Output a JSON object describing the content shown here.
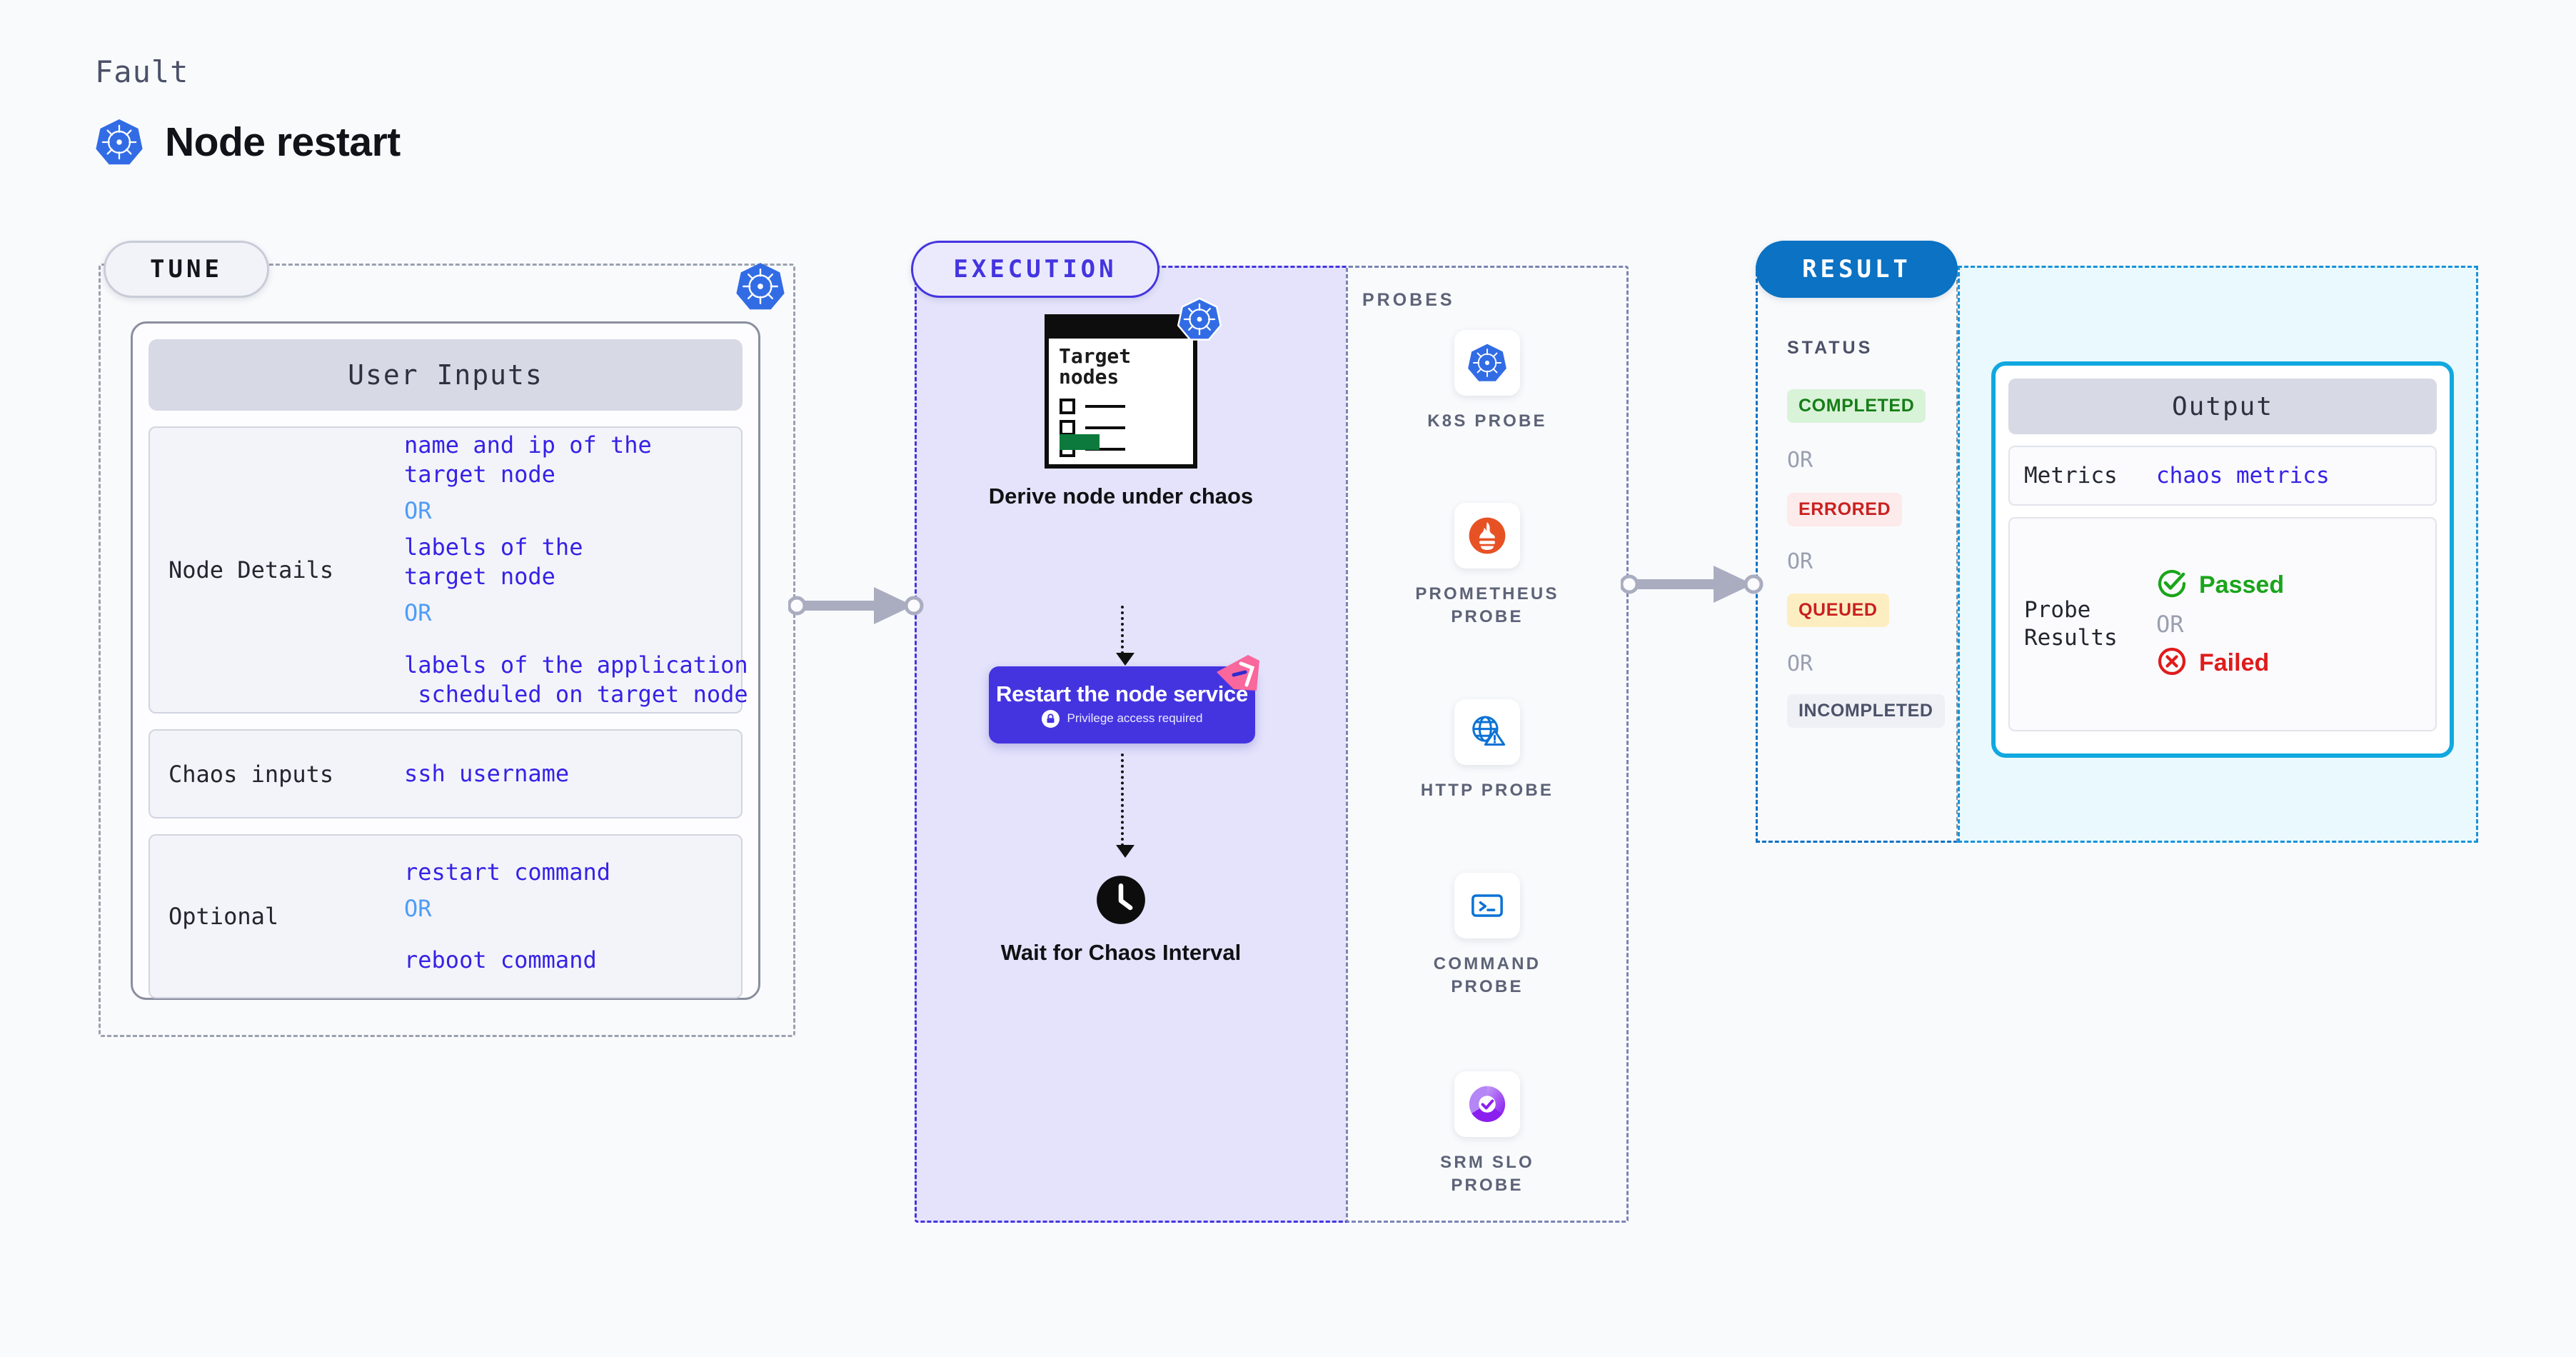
{
  "header": {
    "fault_label": "Fault",
    "title": "Node restart",
    "logo_icon": "kubernetes-icon"
  },
  "stages": {
    "tune": {
      "pill_label": "TUNE",
      "badge_icon": "kubernetes-icon"
    },
    "execution": {
      "pill_label": "EXECUTION"
    },
    "result": {
      "pill_label": "RESULT"
    }
  },
  "tune": {
    "panel_title": "User Inputs",
    "rows": [
      {
        "key": "Node Details",
        "lines": [
          {
            "type": "value",
            "text": "name and ip of the\ntarget node"
          },
          {
            "type": "or",
            "text": "OR"
          },
          {
            "type": "value",
            "text": "labels of the\ntarget node"
          },
          {
            "type": "or",
            "text": "OR"
          },
          {
            "type": "value",
            "text": "labels of the application\n scheduled on target node"
          }
        ]
      },
      {
        "key": "Chaos inputs",
        "lines": [
          {
            "type": "value",
            "text": "ssh username"
          }
        ]
      },
      {
        "key": "Optional",
        "lines": [
          {
            "type": "value",
            "text": "restart command"
          },
          {
            "type": "or",
            "text": "OR"
          },
          {
            "type": "value",
            "text": "reboot command"
          }
        ]
      }
    ]
  },
  "execution": {
    "derive": {
      "doc_title": "Target\nnodes",
      "badge_icon": "kubernetes-icon",
      "caption": "Derive node under\nchaos"
    },
    "restart": {
      "title": "Restart the node\nservice",
      "subtitle": "Privilege access required",
      "lock_icon": "lock-icon",
      "ribbon_icon": "harness-ribbon-icon"
    },
    "wait": {
      "icon": "clock-icon",
      "caption": "Wait for Chaos\nInterval"
    }
  },
  "probes": {
    "section_label": "PROBES",
    "items": [
      {
        "label": "K8S PROBE",
        "icon": "kubernetes-icon"
      },
      {
        "label": "PROMETHEUS\nPROBE",
        "icon": "prometheus-icon"
      },
      {
        "label": "HTTP PROBE",
        "icon": "globe-warning-icon"
      },
      {
        "label": "COMMAND\nPROBE",
        "icon": "terminal-icon"
      },
      {
        "label": "SRM SLO\nPROBE",
        "icon": "slo-donut-check-icon"
      }
    ]
  },
  "result": {
    "status_label": "STATUS",
    "statuses": [
      {
        "label": "COMPLETED",
        "bg": "#d8f3d8",
        "fg": "#167d16"
      },
      {
        "label": "ERRORED",
        "bg": "#fdeaea",
        "fg": "#c92020"
      },
      {
        "label": "QUEUED",
        "bg": "#fdeec2",
        "fg": "#c92020"
      },
      {
        "label": "INCOMPLETED",
        "bg": "#eff0f6",
        "fg": "#4b5168"
      }
    ],
    "or_label": "OR",
    "output": {
      "panel_title": "Output",
      "metrics_key": "Metrics",
      "metrics_value": "chaos metrics",
      "probe_results_key": "Probe\nResults",
      "passed_label": "Passed",
      "failed_label": "Failed",
      "or_label": "OR",
      "passed_icon": "check-circle-icon",
      "failed_icon": "x-circle-icon",
      "passed_color": "#1aa51a",
      "failed_color": "#e01b1b"
    }
  },
  "colors": {
    "accent_blue": "#3622e6",
    "execution_purple": "#4434e0",
    "result_blue": "#0b72c4",
    "output_cyan": "#11a8e0"
  }
}
